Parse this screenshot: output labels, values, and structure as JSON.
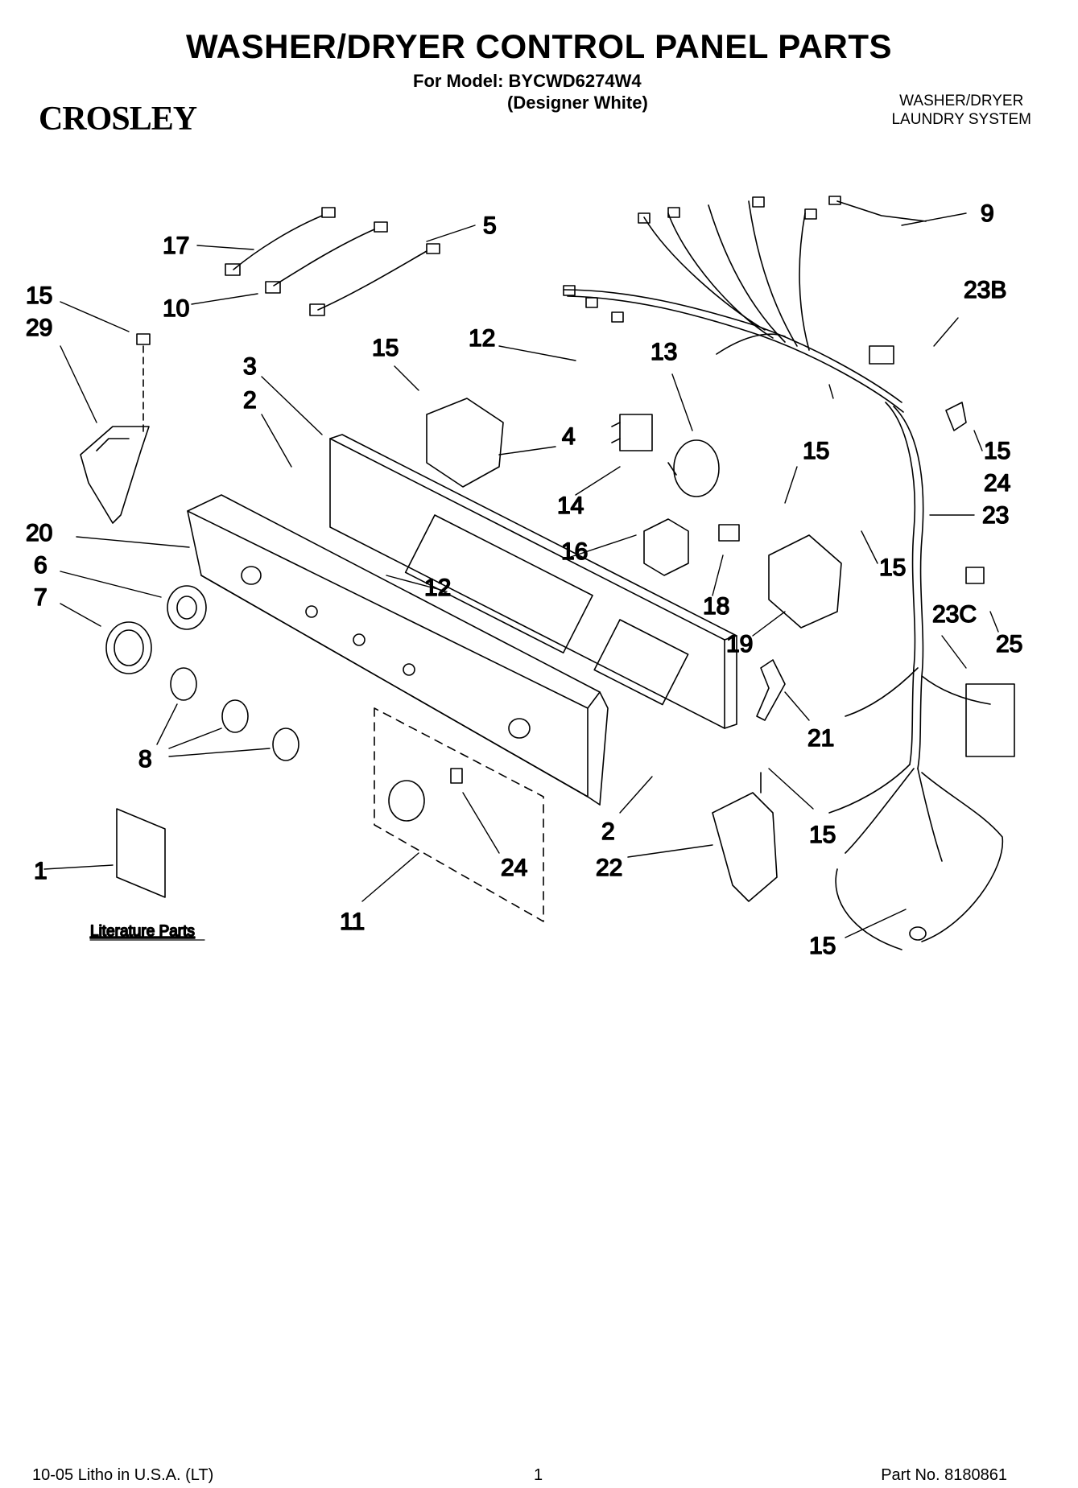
{
  "header": {
    "title": "WASHER/DRYER CONTROL PANEL PARTS",
    "model": "For Model: BYCWD6274W4",
    "variant": "(Designer White)",
    "brand": "CROSLEY",
    "system_line1": "WASHER/DRYER",
    "system_line2": "LAUNDRY SYSTEM"
  },
  "callouts": [
    {
      "id": "c17",
      "label": "17"
    },
    {
      "id": "c5",
      "label": "5"
    },
    {
      "id": "c10",
      "label": "10"
    },
    {
      "id": "c9",
      "label": "9"
    },
    {
      "id": "c23b",
      "label": "23B"
    },
    {
      "id": "c15a",
      "label": "15"
    },
    {
      "id": "c29",
      "label": "29"
    },
    {
      "id": "c3",
      "label": "3"
    },
    {
      "id": "c2a",
      "label": "2"
    },
    {
      "id": "c15b",
      "label": "15"
    },
    {
      "id": "c12a",
      "label": "12"
    },
    {
      "id": "c13",
      "label": "13"
    },
    {
      "id": "c4",
      "label": "4"
    },
    {
      "id": "c15c",
      "label": "15"
    },
    {
      "id": "c24a",
      "label": "24"
    },
    {
      "id": "c14",
      "label": "14"
    },
    {
      "id": "c15d",
      "label": "15"
    },
    {
      "id": "c23",
      "label": "23"
    },
    {
      "id": "c20",
      "label": "20"
    },
    {
      "id": "c16",
      "label": "16"
    },
    {
      "id": "c6",
      "label": "6"
    },
    {
      "id": "c15e",
      "label": "15"
    },
    {
      "id": "c7",
      "label": "7"
    },
    {
      "id": "c12b",
      "label": "12"
    },
    {
      "id": "c18",
      "label": "18"
    },
    {
      "id": "c23c",
      "label": "23C"
    },
    {
      "id": "c19",
      "label": "19"
    },
    {
      "id": "c25",
      "label": "25"
    },
    {
      "id": "c21",
      "label": "21"
    },
    {
      "id": "c8",
      "label": "8"
    },
    {
      "id": "c15f",
      "label": "15"
    },
    {
      "id": "c2b",
      "label": "2"
    },
    {
      "id": "c22",
      "label": "22"
    },
    {
      "id": "c1",
      "label": "1"
    },
    {
      "id": "c24b",
      "label": "24"
    },
    {
      "id": "c11",
      "label": "11"
    },
    {
      "id": "c15g",
      "label": "15"
    }
  ],
  "literature_label": "Literature Parts",
  "footer": {
    "left": "10-05 Litho in U.S.A. (LT)",
    "page": "1",
    "part_no": "Part No. 8180861"
  }
}
